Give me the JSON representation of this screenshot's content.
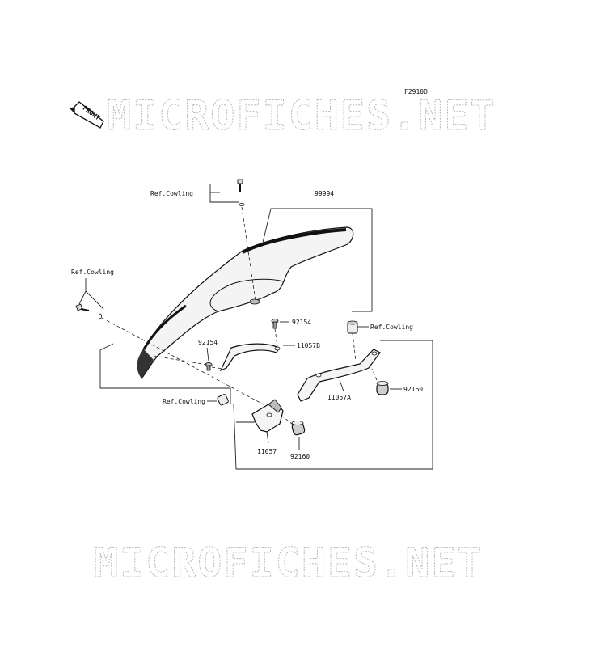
{
  "diagram_code": "F2910D",
  "watermark_text": "MICROFICHES.NET",
  "front_badge": "FRONT",
  "parts": {
    "windshield": "99994",
    "bushing": "92154",
    "bushing_2": "92154",
    "bracket_b": "11057B",
    "bracket_a": "11057A",
    "bracket": "11057",
    "damper": "92160",
    "damper_2": "92160"
  },
  "refs": {
    "cowling_top": "Ref.Cowling",
    "cowling_left": "Ref.Cowling",
    "cowling_right": "Ref.Cowling",
    "cowling_lower": "Ref.Cowling"
  }
}
